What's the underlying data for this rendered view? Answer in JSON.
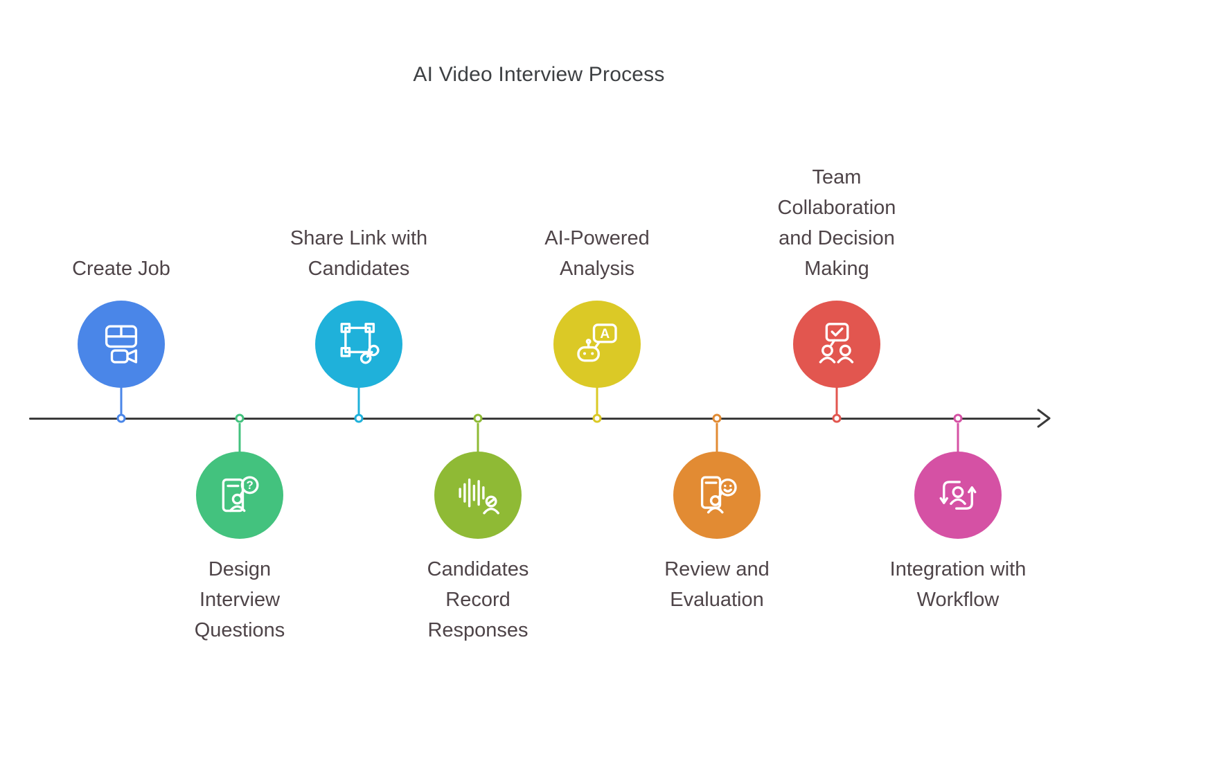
{
  "title": "AI Video Interview Process",
  "timeline": {
    "axis_color": "#3a3a3a"
  },
  "steps": [
    {
      "label": "Create Job",
      "color": "#4a86e8",
      "side": "above",
      "icon": "job-video-icon"
    },
    {
      "label": "Design\nInterview\nQuestions",
      "color": "#43c27e",
      "side": "below",
      "icon": "interview-questions-icon"
    },
    {
      "label": "Share Link with\nCandidates",
      "color": "#1fb1da",
      "side": "above",
      "icon": "share-link-icon"
    },
    {
      "label": "Candidates\nRecord\nResponses",
      "color": "#8fba35",
      "side": "below",
      "icon": "record-responses-icon"
    },
    {
      "label": "AI-Powered\nAnalysis",
      "color": "#dbc926",
      "side": "above",
      "icon": "ai-analysis-icon"
    },
    {
      "label": "Review and\nEvaluation",
      "color": "#e28b33",
      "side": "below",
      "icon": "review-evaluation-icon"
    },
    {
      "label": "Team\nCollaboration\nand Decision\nMaking",
      "color": "#e2564f",
      "side": "above",
      "icon": "team-collaboration-icon"
    },
    {
      "label": "Integration with\nWorkflow",
      "color": "#d551a4",
      "side": "below",
      "icon": "integration-workflow-icon"
    }
  ]
}
